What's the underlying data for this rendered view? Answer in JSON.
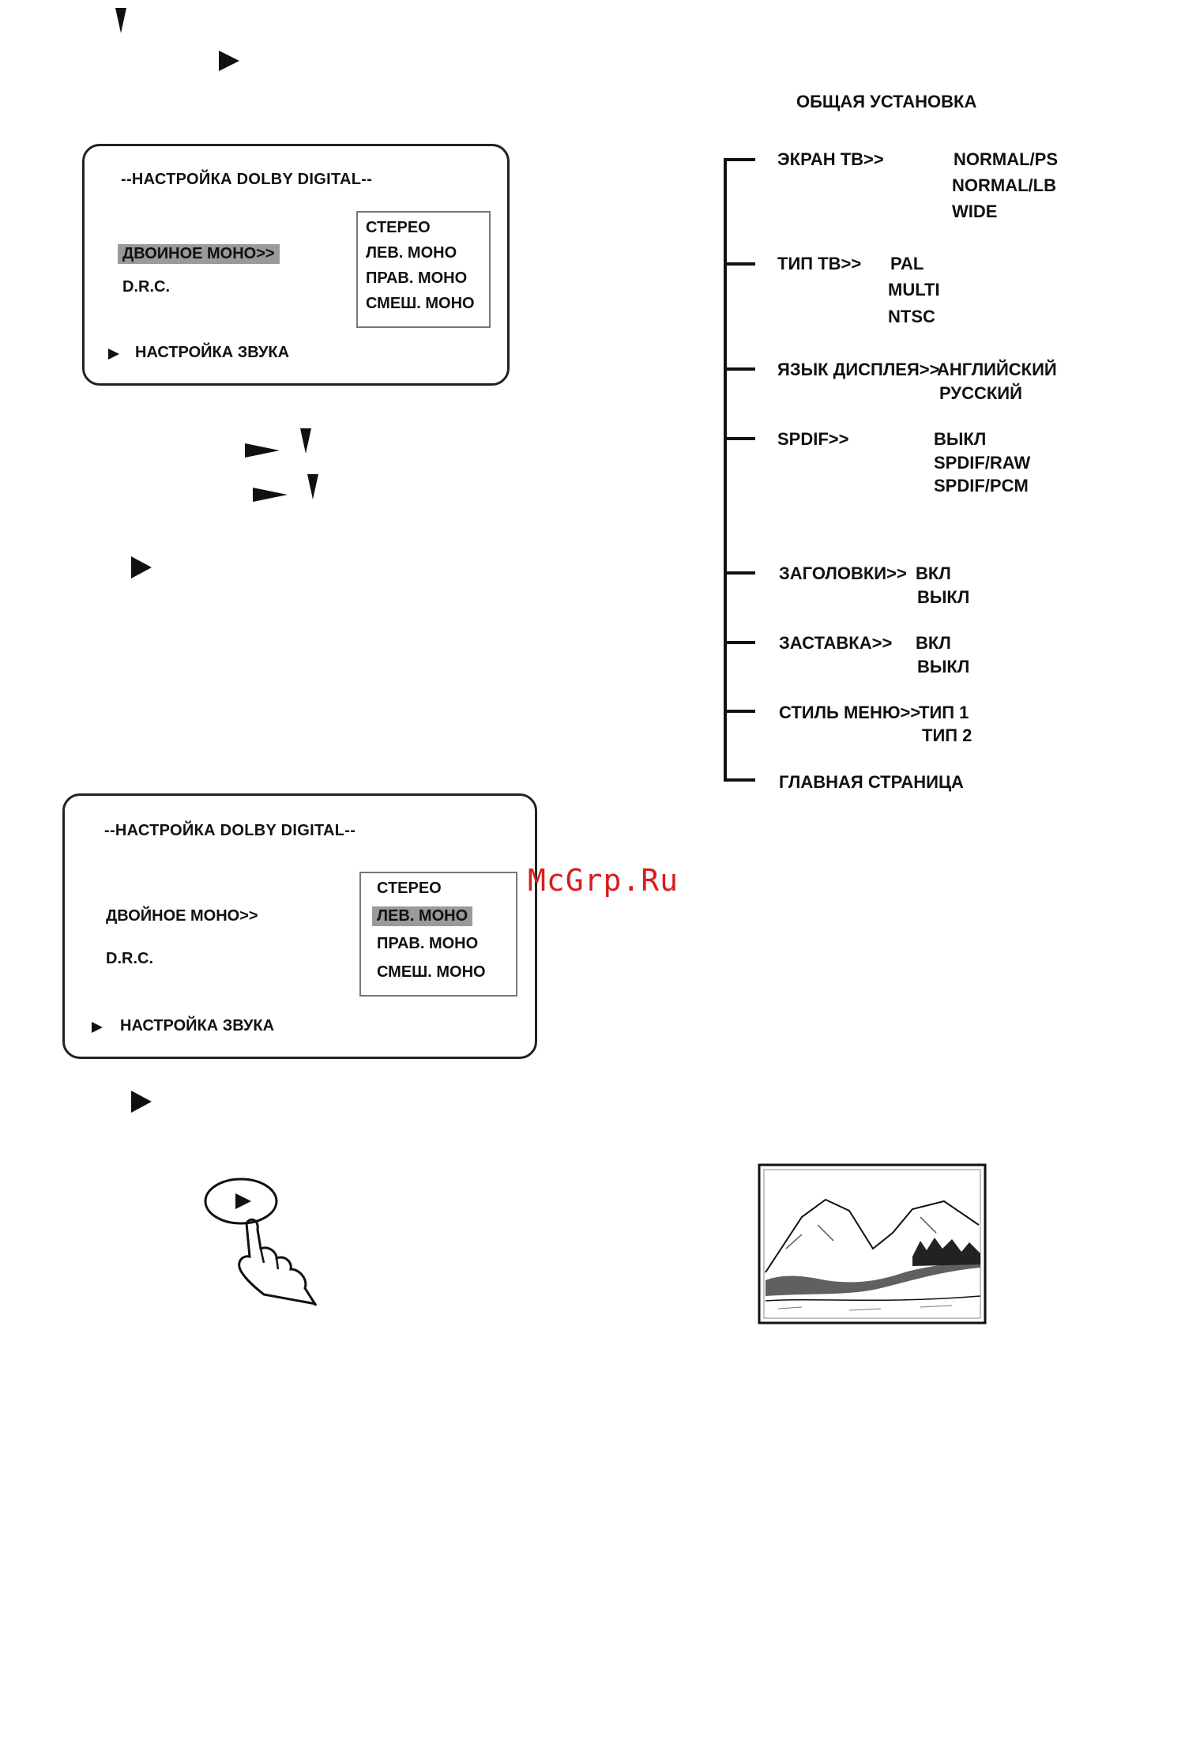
{
  "menu_top": {
    "title": "--НАСТРОЙКА DOLBY DIGITAL--",
    "item_dual_mono": "ДВОИНОЕ МОНО>>",
    "item_drc": "D.R.C.",
    "options": [
      "СТЕРЕО",
      "ЛЕВ. МОНО",
      "ПРАВ. МОНО",
      "СМЕШ. МОНО"
    ],
    "footer": "НАСТРОЙКА ЗВУКА"
  },
  "menu_bottom": {
    "title": "--НАСТРОЙКА DOLBY DIGITAL--",
    "item_dual_mono": "ДВОЙНОЕ МОНО>>",
    "item_drc": "D.R.C.",
    "options": [
      "СТЕРЕО",
      "ЛЕВ. МОНО",
      "ПРАВ. МОНО",
      "СМЕШ. МОНО"
    ],
    "footer": "НАСТРОЙКА ЗВУКА"
  },
  "tree": {
    "title": "ОБЩАЯ УСТАНОВКА",
    "items": [
      {
        "label": "ЭКРАН ТВ>>",
        "values": [
          "NORMAL/PS",
          "NORMAL/LB",
          "WIDE"
        ]
      },
      {
        "label": "ТИП ТВ>>",
        "values": [
          "PAL",
          "MULTI",
          "NTSC"
        ]
      },
      {
        "label": "ЯЗЫК ДИСПЛЕЯ>>",
        "values": [
          "АНГЛИЙСКИЙ",
          "РУССКИЙ"
        ]
      },
      {
        "label": "SPDIF>>",
        "values": [
          "ВЫКЛ",
          "SPDIF/RAW",
          "SPDIF/PCM"
        ]
      },
      {
        "label": "ЗАГОЛОВКИ>>",
        "values": [
          "ВКЛ",
          "ВЫКЛ"
        ]
      },
      {
        "label": "ЗАСТАВКА>>",
        "values": [
          "ВКЛ",
          "ВЫКЛ"
        ]
      },
      {
        "label": "СТИЛЬ МЕНЮ>>",
        "values": [
          "ТИП 1",
          "ТИП 2"
        ]
      },
      {
        "label": "ГЛАВНАЯ СТРАНИЦА",
        "values": []
      }
    ]
  },
  "watermark": "McGrp.Ru",
  "icons": [
    "down-arrow-icon",
    "right-arrow-icon",
    "play-button-hand-icon",
    "landscape-screensaver-image"
  ]
}
